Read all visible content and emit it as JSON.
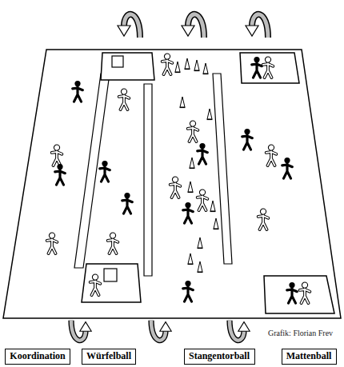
{
  "diagram": {
    "nodes": [
      {
        "text": [
          "Koordination"
        ]
      },
      {
        "text": [
          "Würfelball"
        ]
      },
      {
        "text": [
          "Stangentorball"
        ]
      },
      {
        "text": [
          "Mattenball"
        ]
      }
    ],
    "labels": [
      "Grafik: Florian Frev"
    ]
  }
}
